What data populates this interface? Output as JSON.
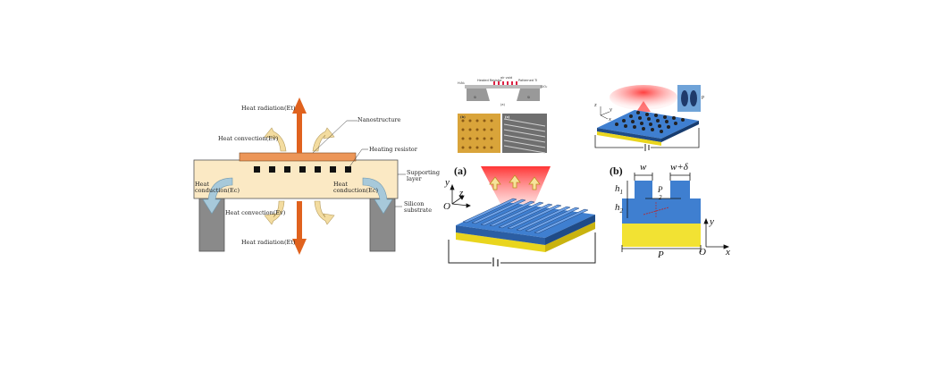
{
  "left_diagram": {
    "labels": {
      "radiation_top": "Heat radiation(Et)",
      "nanostructure": "Nanostructure",
      "convection_top": "Heat convection(Ev)",
      "heating_resistor": "Heating resistor",
      "supporting_layer": "Supporting layer",
      "conduction_left": "Heat conduction(Ec)",
      "conduction_right": "Heat conduction(Ec)",
      "silicon_substrate": "Silicon substrate",
      "convection_bottom": "Heat convection(Ev)",
      "radiation_bottom": "Heat radiation(Et)"
    },
    "colors": {
      "supporting": "#fbe9c4",
      "heater_strip": "#ec9658",
      "substrate": "#8a8a8a",
      "radiation_arrow": "#e0621e",
      "convection_arrow": "#f3dca0",
      "conduction_arrow": "#a7c9da"
    }
  },
  "sem_inset": {
    "labels": {
      "top_left": "H₂N₂",
      "top_note": "air void",
      "heated": "Heated Resistor",
      "patterned": "Patterned Ti",
      "right": "SiO₂",
      "si_left": "Si",
      "si_right": "Si",
      "a": "(a)",
      "b": "(b)",
      "c": "(c)"
    }
  },
  "grating_3d": {
    "label": "(a)",
    "axes": {
      "y": "y",
      "z": "z",
      "origin": "O"
    },
    "colors": {
      "top": "#3f7fd0",
      "gold": "#f2e233",
      "glow": "#ff2a2a"
    }
  },
  "cross_section": {
    "label": "(b)",
    "dims": {
      "w": "w",
      "w_delta": "w+δ",
      "h1": "h",
      "h1_sub": "1",
      "h2": "h",
      "h2_sub": "2",
      "p_inner": "P",
      "p_inner_sub": "2",
      "p_bottom": "P",
      "y": "y",
      "origin": "O",
      "x": "x"
    }
  },
  "pillar_3d": {
    "axes": {
      "z": "z",
      "y": "y",
      "x": "x"
    },
    "inset_label": "P"
  }
}
